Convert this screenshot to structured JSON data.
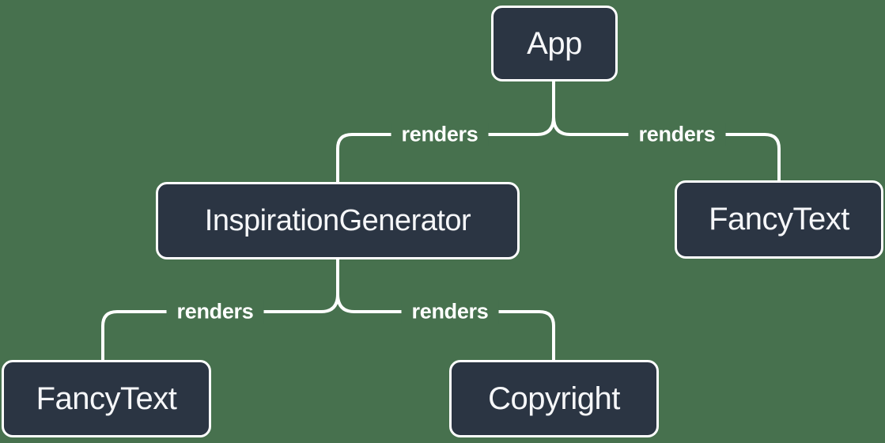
{
  "diagram": {
    "nodes": [
      {
        "id": "app",
        "label": "App"
      },
      {
        "id": "inspiration-generator",
        "label": "InspirationGenerator"
      },
      {
        "id": "fancy-text-right",
        "label": "FancyText"
      },
      {
        "id": "fancy-text-left",
        "label": "FancyText"
      },
      {
        "id": "copyright",
        "label": "Copyright"
      }
    ],
    "edges": [
      {
        "from": "App",
        "to": "InspirationGenerator",
        "label": "renders"
      },
      {
        "from": "App",
        "to": "FancyText",
        "label": "renders"
      },
      {
        "from": "InspirationGenerator",
        "to": "FancyText",
        "label": "renders"
      },
      {
        "from": "InspirationGenerator",
        "to": "Copyright",
        "label": "renders"
      }
    ],
    "colors": {
      "background": "#47714E",
      "node_fill": "#2B3543",
      "node_border": "#FFFFFF",
      "node_text": "#F6F7F9",
      "line": "#FFFFFF"
    }
  }
}
